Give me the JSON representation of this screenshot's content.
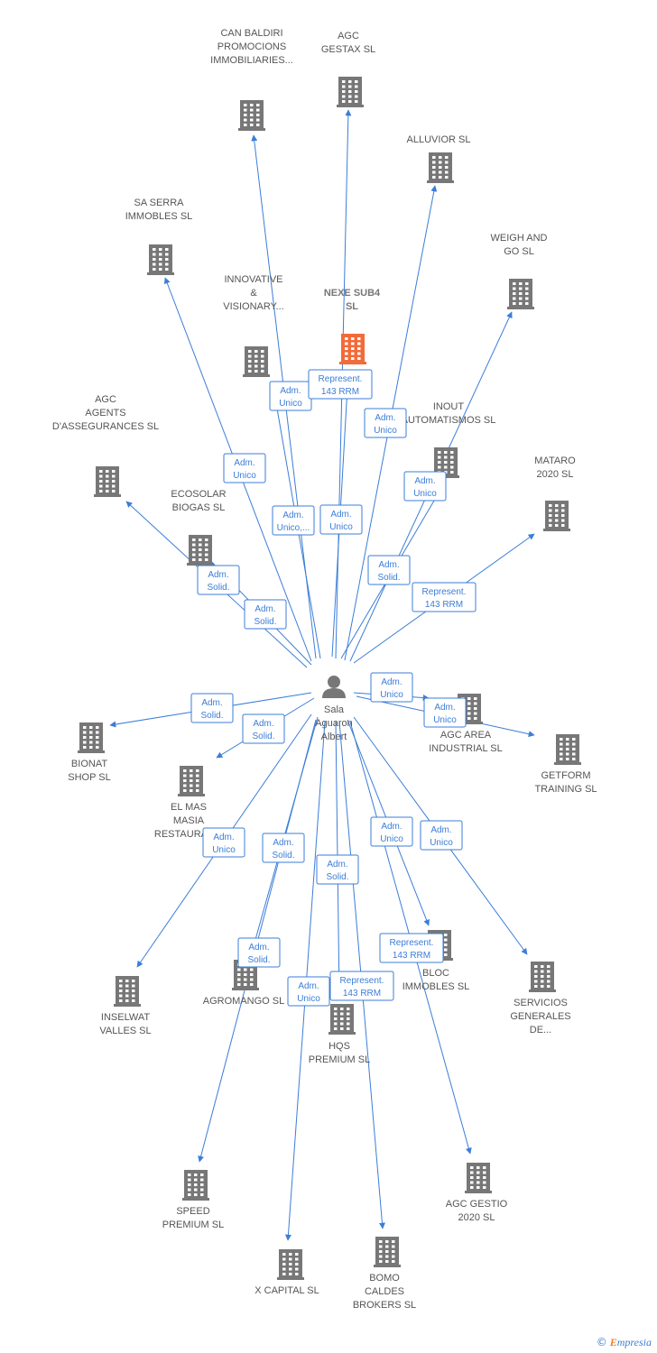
{
  "center": {
    "label": [
      "Sala",
      "Aguaron",
      "Albert"
    ]
  },
  "colors": {
    "edge": "#3b7dd8",
    "building": "#777777",
    "highlight": "#f26b3a",
    "person": "#777777"
  },
  "nodes": [
    {
      "id": "can-baldiri",
      "label": [
        "CAN BALDIRI",
        "PROMOCIONS",
        "IMMOBILIARIES..."
      ]
    },
    {
      "id": "agc-gestax",
      "label": [
        "AGC",
        "GESTAX  SL"
      ]
    },
    {
      "id": "alluvior",
      "label": [
        "ALLUVIOR  SL"
      ]
    },
    {
      "id": "sa-serra",
      "label": [
        "SA SERRA",
        "IMMOBLES SL"
      ]
    },
    {
      "id": "weigh-and-go",
      "label": [
        "WEIGH AND",
        "GO  SL"
      ]
    },
    {
      "id": "innovative",
      "label": [
        "INNOVATIVE",
        "&",
        "VISIONARY..."
      ]
    },
    {
      "id": "nexe-sub4",
      "label": [
        "NEXE SUB4",
        "SL"
      ],
      "highlight": true
    },
    {
      "id": "inout",
      "label": [
        "INOUT",
        "AUTOMATISMOS SL"
      ]
    },
    {
      "id": "agc-agents",
      "label": [
        "AGC",
        "AGENTS",
        "D'ASSEGURANCES SL"
      ]
    },
    {
      "id": "mataro",
      "label": [
        "MATARO",
        "2020  SL"
      ]
    },
    {
      "id": "ecosolar",
      "label": [
        "ECOSOLAR",
        "BIOGAS SL"
      ]
    },
    {
      "id": "bionat",
      "label": [
        "BIONAT",
        "SHOP  SL"
      ]
    },
    {
      "id": "el-mas",
      "label": [
        "EL MAS",
        "MASIA",
        "RESTAURAN..."
      ]
    },
    {
      "id": "agc-area",
      "label": [
        "AGC AREA",
        "INDUSTRIAL  SL"
      ]
    },
    {
      "id": "getform",
      "label": [
        "GETFORM",
        "TRAINING  SL"
      ]
    },
    {
      "id": "inselwat",
      "label": [
        "INSELWAT",
        "VALLES SL"
      ]
    },
    {
      "id": "agromango",
      "label": [
        "AGROMANGO SL"
      ]
    },
    {
      "id": "hqs",
      "label": [
        "HQS",
        "PREMIUM  SL"
      ]
    },
    {
      "id": "bloc",
      "label": [
        "BLOC",
        "IMMOBLES  SL"
      ]
    },
    {
      "id": "servicios",
      "label": [
        "SERVICIOS",
        "GENERALES",
        "DE..."
      ]
    },
    {
      "id": "speed",
      "label": [
        "SPEED",
        "PREMIUM  SL"
      ]
    },
    {
      "id": "agc-gestio",
      "label": [
        "AGC GESTIO",
        "2020  SL"
      ]
    },
    {
      "id": "x-capital",
      "label": [
        "X CAPITAL SL"
      ]
    },
    {
      "id": "bomo",
      "label": [
        "BOMO",
        "CALDES",
        "BROKERS SL"
      ]
    }
  ],
  "edges": [
    {
      "to": "can-baldiri",
      "label": [
        "Adm.",
        "Unico"
      ]
    },
    {
      "to": "agc-gestax",
      "label": [
        "Adm.",
        "Unico"
      ]
    },
    {
      "to": "alluvior",
      "label": [
        "Adm.",
        "Solid."
      ]
    },
    {
      "to": "sa-serra",
      "label": [
        "Adm.",
        "Unico"
      ]
    },
    {
      "to": "weigh-and-go",
      "label": [
        "Adm.",
        "Unico"
      ]
    },
    {
      "to": "innovative",
      "label": [
        "Adm.",
        "Unico,..."
      ]
    },
    {
      "to": "nexe-sub4",
      "label": [
        "Represent.",
        "143 RRM"
      ]
    },
    {
      "to": "inout",
      "label": [
        "Adm.",
        "Unico"
      ]
    },
    {
      "to": "agc-agents",
      "label": [
        "Adm.",
        "Solid."
      ]
    },
    {
      "to": "mataro",
      "label": [
        "Represent.",
        "143 RRM"
      ]
    },
    {
      "to": "ecosolar",
      "label": [
        "Adm.",
        "Solid."
      ]
    },
    {
      "to": "bionat",
      "label": [
        "Adm.",
        "Solid."
      ]
    },
    {
      "to": "el-mas",
      "label": [
        "Adm.",
        "Solid."
      ]
    },
    {
      "to": "agc-area",
      "label": [
        "Adm.",
        "Unico"
      ]
    },
    {
      "to": "getform",
      "label": [
        "Adm.",
        "Unico"
      ]
    },
    {
      "to": "inselwat",
      "label": [
        "Adm.",
        "Unico"
      ]
    },
    {
      "to": "agromango",
      "label": [
        "Adm.",
        "Solid."
      ]
    },
    {
      "to": "hqs",
      "label": [
        "Adm.",
        "Solid."
      ]
    },
    {
      "to": "bloc",
      "label": [
        "Adm.",
        "Unico"
      ]
    },
    {
      "to": "servicios",
      "label": [
        "Adm.",
        "Unico"
      ]
    },
    {
      "to": "speed",
      "label": [
        "Adm.",
        "Solid."
      ]
    },
    {
      "to": "agc-gestio",
      "label": [
        "Represent.",
        "143 RRM"
      ]
    },
    {
      "to": "x-capital",
      "label": [
        "Adm.",
        "Unico"
      ]
    },
    {
      "to": "bomo",
      "label": [
        "Represent.",
        "143 RRM"
      ]
    }
  ],
  "footer": {
    "copyright": "©",
    "brand_e": "E",
    "brand_rest": "mpresia"
  }
}
